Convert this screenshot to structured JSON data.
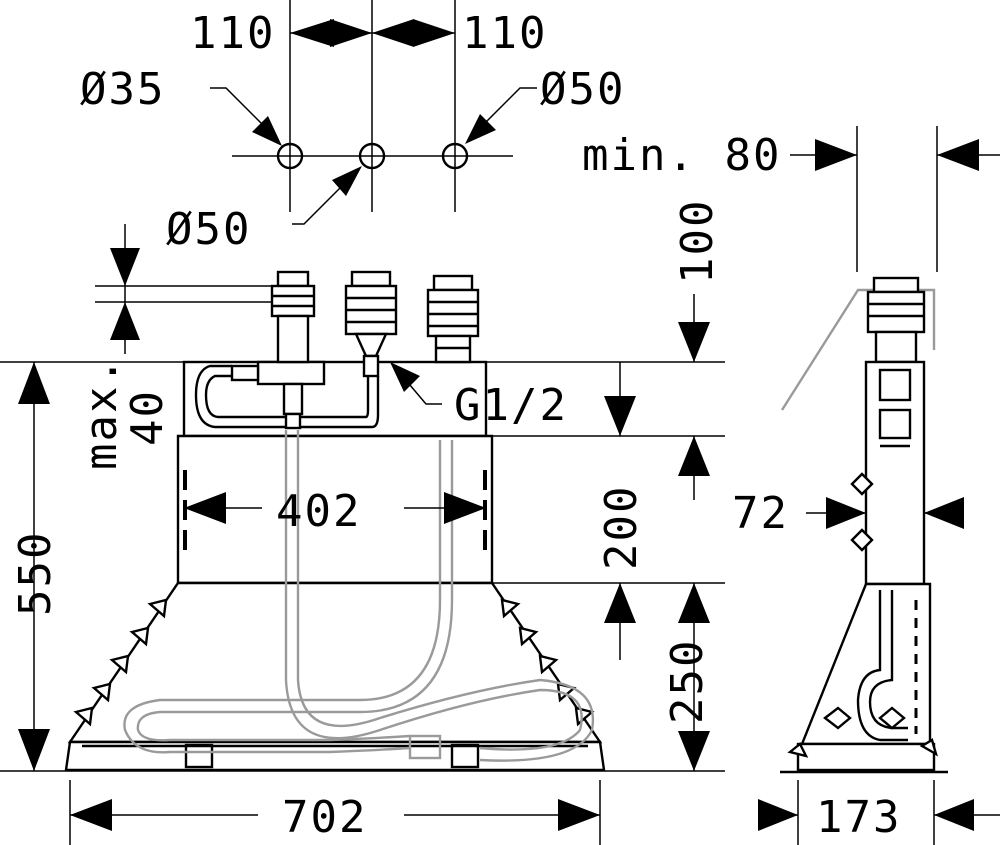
{
  "labels": {
    "dim_110_left": "110",
    "dim_110_right": "110",
    "dia_35": "Ø35",
    "dia_50_right": "Ø50",
    "dia_50_bottom": "Ø50",
    "min_80": "min. 80",
    "dim_100": "100",
    "max_40_line1": "max.",
    "max_40_line2": "40",
    "g_half": "G1/2",
    "dim_402": "402",
    "dim_550": "550",
    "dim_200": "200",
    "dim_250": "250",
    "dim_72": "72",
    "dim_702": "702",
    "dim_173": "173"
  }
}
